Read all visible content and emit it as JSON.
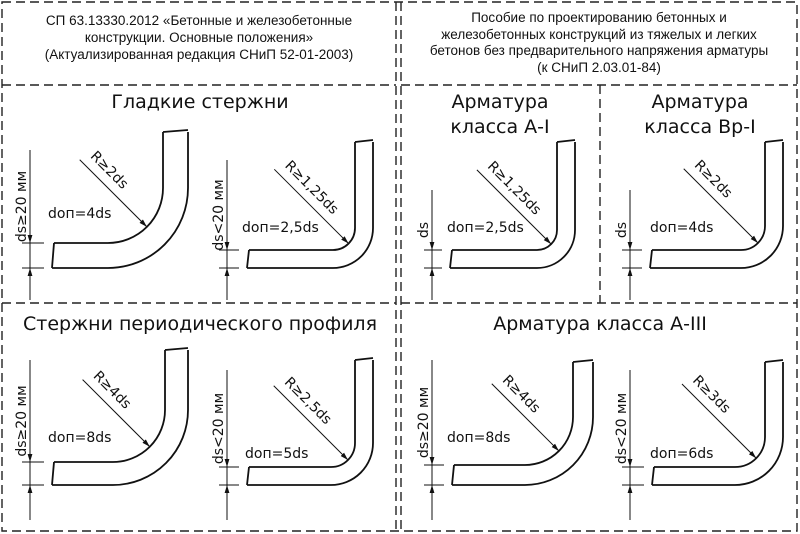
{
  "header_left": {
    "line1": "СП 63.13330.2012 «Бетонные и железобетонные",
    "line2": "конструкции. Основные положения»",
    "line3": "(Актуализированная редакция СНиП 52-01-2003)"
  },
  "header_right": {
    "line1": "Пособие по проектированию бетонных и",
    "line2": "железобетонных конструкций из тяжелых и легких",
    "line3": "бетонов без предварительного напряжения арматуры",
    "line4": "(к СНиП 2.03.01-84)"
  },
  "section_titles": {
    "smooth": "Гладкие стержни",
    "periodic": "Стержни периодического профиля",
    "a1_line1": "Арматура",
    "a1_line2": "класса А-I",
    "bp1_line1": "Арматура",
    "bp1_line2": "класса Вр-I",
    "a3": "Арматура класса А-III"
  },
  "panels": [
    {
      "dim": "ds≥20 мм",
      "radius": "R≥2ds",
      "mandrel": "dоп=4ds"
    },
    {
      "dim": "ds<20 мм",
      "radius": "R≥1,25ds",
      "mandrel": "dоп=2,5ds"
    },
    {
      "dim": "ds",
      "radius": "R≥1,25ds",
      "mandrel": "dоп=2,5ds"
    },
    {
      "dim": "ds",
      "radius": "R≥2ds",
      "mandrel": "dоп=4ds"
    },
    {
      "dim": "ds≥20 мм",
      "radius": "R≥4ds",
      "mandrel": "dоп=8ds"
    },
    {
      "dim": "ds<20 мм",
      "radius": "R≥2,5ds",
      "mandrel": "dоп=5ds"
    },
    {
      "dim": "ds≥20 мм",
      "radius": "R≥4ds",
      "mandrel": "dоп=8ds"
    },
    {
      "dim": "ds<20 мм",
      "radius": "R≥3ds",
      "mandrel": "dоп=6ds"
    }
  ]
}
